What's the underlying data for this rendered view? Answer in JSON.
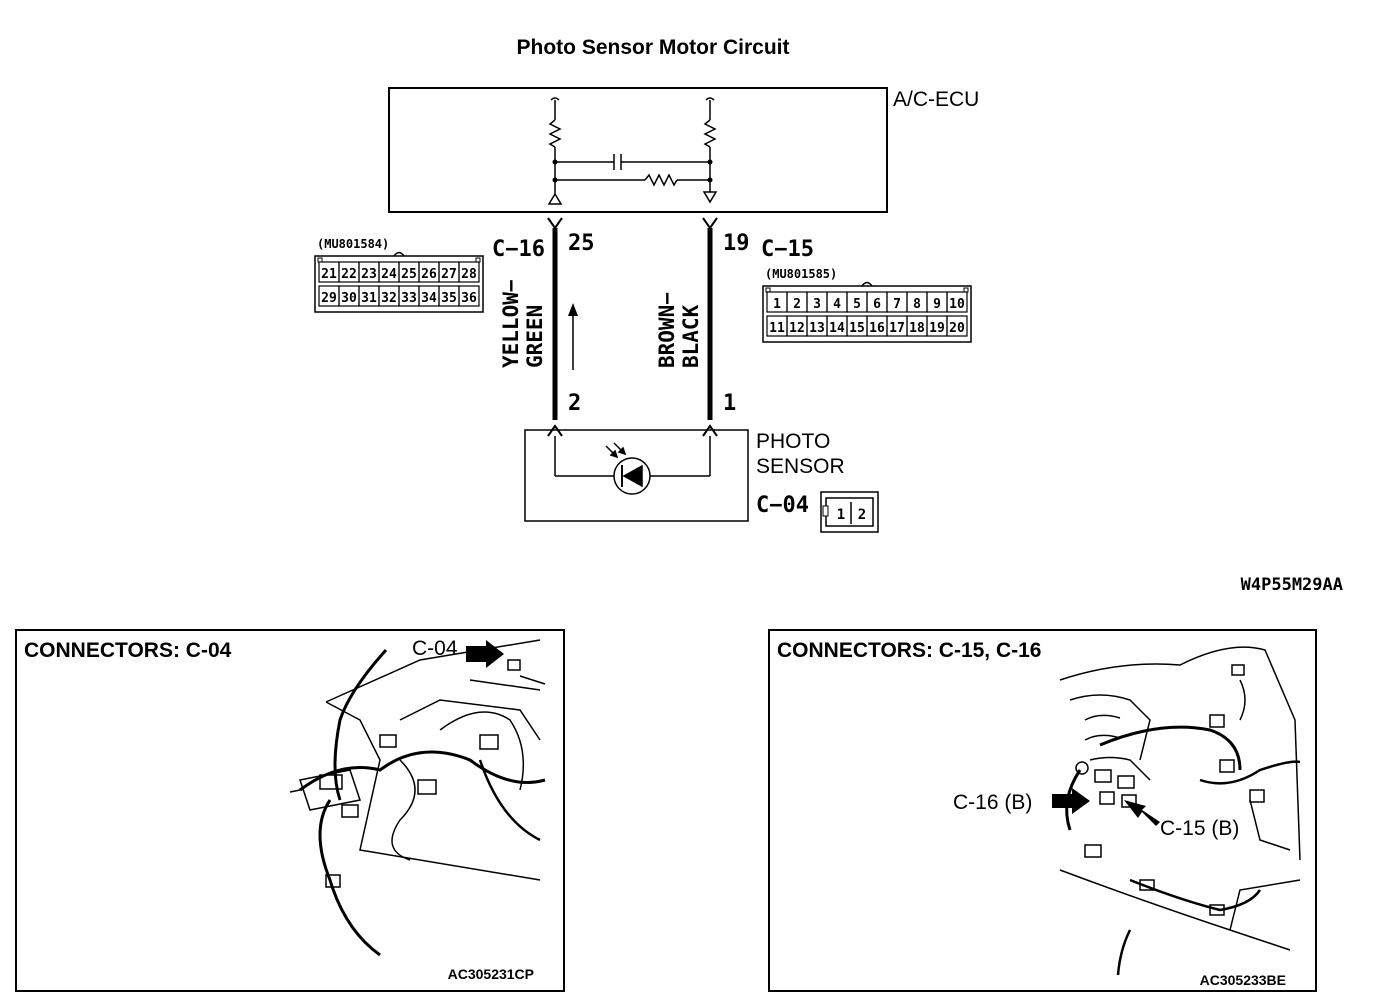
{
  "title": "Photo Sensor Motor Circuit",
  "ecu": {
    "label": "A/C-ECU"
  },
  "drawing_code": "W4P55M29AA",
  "left_wire": {
    "connector": "C−16",
    "top_pin": "25",
    "bottom_pin": "2",
    "color_line1": "YELLOW−",
    "color_line2": "GREEN"
  },
  "right_wire": {
    "connector": "C−15",
    "top_pin": "19",
    "bottom_pin": "1",
    "color_line1": "BROWN−",
    "color_line2": "BLACK"
  },
  "connector_c16": {
    "part_no": "(MU801584)",
    "row1": [
      "21",
      "22",
      "23",
      "24",
      "25",
      "26",
      "27",
      "28"
    ],
    "row2": [
      "29",
      "30",
      "31",
      "32",
      "33",
      "34",
      "35",
      "36"
    ]
  },
  "connector_c15": {
    "part_no": "(MU801585)",
    "row1": [
      "1",
      "2",
      "3",
      "4",
      "5",
      "6",
      "7",
      "8",
      "9",
      "10"
    ],
    "row2": [
      "11",
      "12",
      "13",
      "14",
      "15",
      "16",
      "17",
      "18",
      "19",
      "20"
    ]
  },
  "photo_sensor": {
    "label_line1": "PHOTO",
    "label_line2": "SENSOR",
    "connector": "C−04",
    "pins": [
      "1",
      "2"
    ]
  },
  "panel_left": {
    "title": "CONNECTORS: C-04",
    "callout": "C-04",
    "code": "AC305231CP"
  },
  "panel_right": {
    "title": "CONNECTORS: C-15, C-16",
    "callout_1": "C-16 (B)",
    "callout_2": "C-15 (B)",
    "code": "AC305233BE"
  }
}
